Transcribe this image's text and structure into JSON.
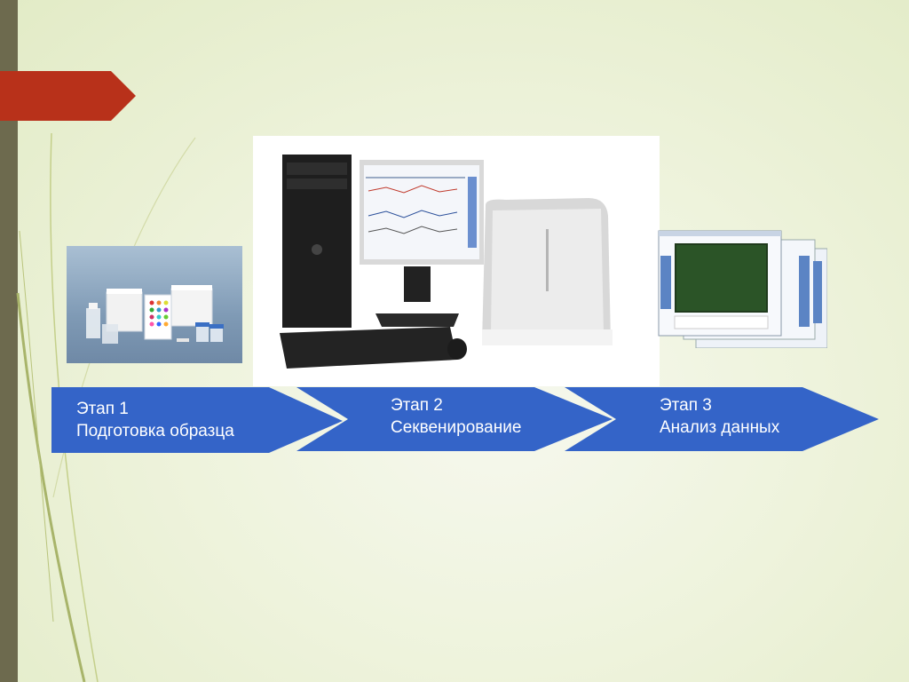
{
  "slide": {
    "stages": [
      {
        "number_label": "Этап 1",
        "title": "Подготовка образца",
        "image_icon": "reagent-kit-photo"
      },
      {
        "number_label": "Этап 2",
        "title": "Секвенирование",
        "image_icon": "sequencer-workstation-photo"
      },
      {
        "number_label": "Этап 3",
        "title": "Анализ данных",
        "image_icon": "analysis-software-screens"
      }
    ]
  },
  "colors": {
    "arrow_blue": "#3464c8",
    "accent_red": "#b8311a",
    "left_bar": "#6d6a4e",
    "background": "#eef3dc"
  }
}
